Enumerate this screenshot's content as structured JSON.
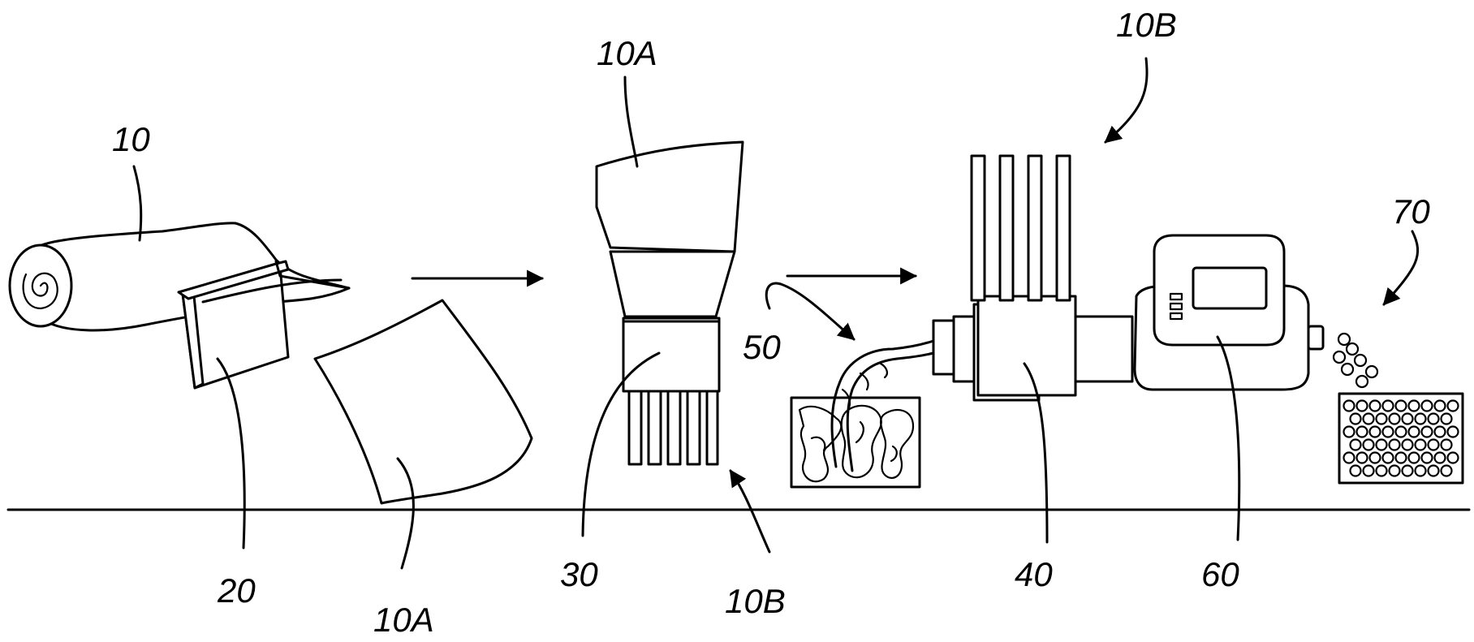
{
  "labels": {
    "roll": "10",
    "cutter": "20",
    "sheet": "10A",
    "funnel_input": "10A",
    "shredder": "30",
    "strips_out": "10B",
    "melt": "50",
    "strips_in": "10B",
    "extruder": "40",
    "pelletizer": "60",
    "pellets": "70"
  }
}
